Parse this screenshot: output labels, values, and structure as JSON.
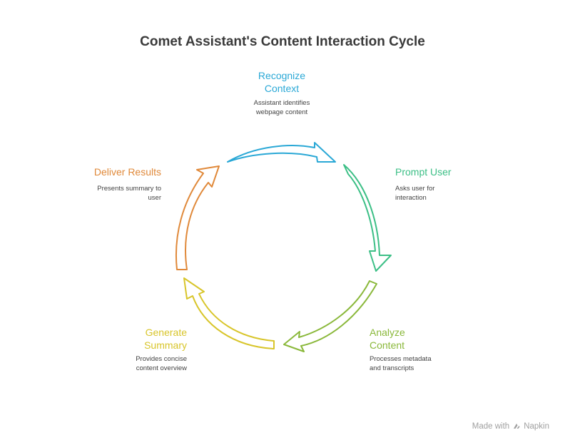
{
  "title": "Comet Assistant's Content Interaction Cycle",
  "steps": [
    {
      "title_lines": [
        "Recognize",
        "Context"
      ],
      "desc_lines": [
        "Assistant identifies",
        "webpage content"
      ],
      "color": "#2aa8d6"
    },
    {
      "title_lines": [
        "Prompt User"
      ],
      "desc_lines": [
        "Asks user for",
        "interaction"
      ],
      "color": "#3cbf86"
    },
    {
      "title_lines": [
        "Analyze",
        "Content"
      ],
      "desc_lines": [
        "Processes metadata",
        "and transcripts"
      ],
      "color": "#8ab83a"
    },
    {
      "title_lines": [
        "Generate",
        "Summary"
      ],
      "desc_lines": [
        "Provides concise",
        "content overview"
      ],
      "color": "#d8c52a"
    },
    {
      "title_lines": [
        "Deliver Results"
      ],
      "desc_lines": [
        "Presents summary to",
        "user"
      ],
      "color": "#e0893a"
    }
  ],
  "watermark": {
    "made_with": "Made with",
    "brand": "Napkin",
    "icon": "napkin-logo-icon"
  }
}
